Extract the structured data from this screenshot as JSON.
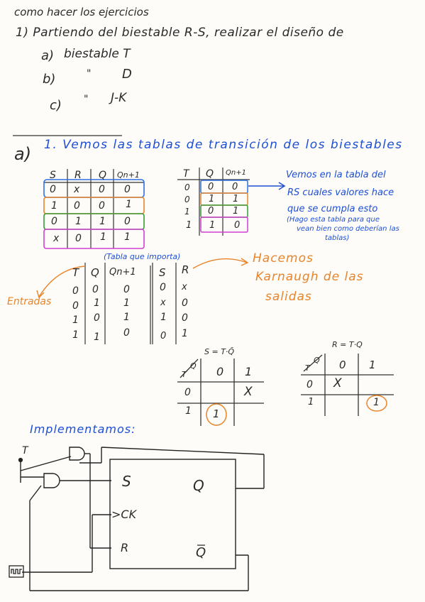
{
  "header": {
    "title": "como hacer los ejercicios"
  },
  "task": {
    "intro": "1) Partiendo del biestable R-S, realizar el diseño de",
    "items": [
      {
        "letter": "a)",
        "text": "biestable T"
      },
      {
        "letter": "b)",
        "text": "\"",
        "value": "D"
      },
      {
        "letter": "c)",
        "text": "\"",
        "value": "J-K"
      }
    ]
  },
  "section_a": {
    "label": "a)",
    "heading": "1. Vemos las tablas de transición de los biestables"
  },
  "rs_table": {
    "headers": [
      "S",
      "R",
      "Q",
      "Qn+1"
    ],
    "rows": [
      [
        "0",
        "x",
        "0",
        "0"
      ],
      [
        "1",
        "0",
        "0",
        "1"
      ],
      [
        "0",
        "1",
        "1",
        "0"
      ],
      [
        "x",
        "0",
        "1",
        "1"
      ]
    ],
    "row_colors": [
      "#2f6fe0",
      "#e8842a",
      "#3a9a3a",
      "#d23fd2"
    ]
  },
  "t_table": {
    "headers": [
      "T",
      "Q",
      "Qn+1"
    ],
    "rows": [
      [
        "0",
        "0",
        "0"
      ],
      [
        "0",
        "1",
        "1"
      ],
      [
        "1",
        "0",
        "1"
      ],
      [
        "1",
        "1",
        "0"
      ]
    ],
    "row_colors": [
      "#2f6fe0",
      "#e8842a",
      "#3a9a3a",
      "#d23fd2"
    ]
  },
  "note_blue": {
    "lines": [
      "Vemos en la tabla del",
      "RS cuales valores hace",
      "que se cumpla esto"
    ],
    "paren_lines": [
      "(Hago esta tabla para que",
      "vean bien como deberían las",
      "tablas)"
    ]
  },
  "combined_table": {
    "caption": "(Tabla que importa)",
    "headers": [
      "T",
      "Q",
      "Qn+1",
      "S",
      "R"
    ],
    "rows": [
      [
        "0",
        "0",
        "0",
        "0",
        "x"
      ],
      [
        "0",
        "1",
        "1",
        "x",
        "0"
      ],
      [
        "1",
        "0",
        "1",
        "1",
        "0"
      ],
      [
        "1",
        "1",
        "0",
        "0",
        "1"
      ]
    ],
    "left_label": "Entradas",
    "right_note": [
      "Hacemos",
      "Karnaugh de las",
      "salidas"
    ]
  },
  "kmap_s": {
    "title": "S = T·Q̄",
    "corner_top": "Q",
    "corner_left": "T",
    "cols": [
      "0",
      "1"
    ],
    "rows": [
      {
        "label": "0",
        "cells": [
          "",
          "X"
        ]
      },
      {
        "label": "1",
        "cells": [
          "1",
          ""
        ]
      }
    ]
  },
  "kmap_r": {
    "title": "R = T·Q",
    "corner_top": "Q",
    "corner_left": "T",
    "cols": [
      "0",
      "1"
    ],
    "rows": [
      {
        "label": "0",
        "cells": [
          "X",
          ""
        ]
      },
      {
        "label": "1",
        "cells": [
          "",
          "1"
        ]
      }
    ]
  },
  "implement": {
    "heading": "Implementamos:",
    "input_label": "T",
    "ports": {
      "s": "S",
      "ck": ">CK",
      "r": "R",
      "q": "Q",
      "qbar": "Q̄"
    }
  },
  "colors": {
    "ink": "#222222",
    "blue": "#1d4fd6",
    "orange": "#e8842a",
    "green": "#3a9a3a",
    "magenta": "#d23fd2"
  }
}
